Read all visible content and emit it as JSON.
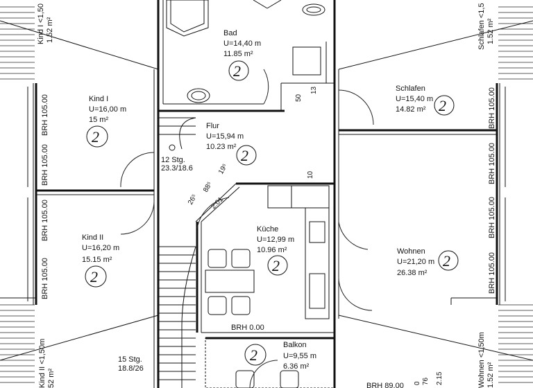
{
  "rooms": [
    {
      "key": "bad",
      "name": "Bad",
      "perimeter": "U=14,40 m",
      "area": "11.85 m²",
      "marker": "2"
    },
    {
      "key": "kind1",
      "name": "Kind I",
      "perimeter": "U=16,00 m",
      "area": "15 m²",
      "marker": "2"
    },
    {
      "key": "flur",
      "name": "Flur",
      "perimeter": "U=15,94 m",
      "area": "10.23 m²",
      "marker": "2"
    },
    {
      "key": "schlafen",
      "name": "Schlafen",
      "perimeter": "U=15,40 m",
      "area": "14.82 m²",
      "marker": "2"
    },
    {
      "key": "kind2",
      "name": "Kind II",
      "perimeter": "U=16,20 m",
      "area": "15.15 m²",
      "marker": "2"
    },
    {
      "key": "kueche",
      "name": "Küche",
      "perimeter": "U=12,99 m",
      "area": "10.96 m²",
      "marker": "2"
    },
    {
      "key": "wohnen",
      "name": "Wohnen",
      "perimeter": "U=21,20 m",
      "area": "26.38 m²",
      "marker": "2"
    },
    {
      "key": "balkon",
      "name": "Balkon",
      "perimeter": "U=9,55 m",
      "area": "6.36 m²",
      "marker": "2"
    }
  ],
  "stairs": {
    "upper": {
      "steps": "12 Stg.",
      "ratio": "23.3/18.6"
    },
    "lower": {
      "steps": "15 Stg.",
      "ratio": "18.8/26"
    }
  },
  "window_labels": {
    "left_1": "BRH 105.00",
    "left_2": "BRH 105.00",
    "left_3": "BRH 105.00",
    "left_4": "BRH 105.00",
    "right_1": "BRH 105.00",
    "right_2": "BRH 105.00",
    "right_3": "BRH 105.00",
    "right_4": "BRH 105.00",
    "kitchen_sill": "BRH 0.00",
    "balcony_sill": "BRH 89.00"
  },
  "edge_labels": {
    "kind1_top": "Kind I <1,50",
    "kind1_top_area": "1.52 m²",
    "schlafen_top": "Schlafen <1,5",
    "schlafen_top_area": "1.52 m²",
    "kind2_bottom": "Kind II <1,50m",
    "kind2_bottom_area": "52 m²",
    "wohnen_bottom": "Wohnen <1,50m",
    "wohnen_bottom_area": "1.52 m²"
  },
  "dimensions": {
    "d50": "50",
    "d13": "13",
    "d10": "10",
    "d26": "26⁵",
    "d88": "88⁵",
    "d19": "19⁵",
    "d201": "2.01",
    "d76": "76",
    "d215": "2.15",
    "d0": "0"
  }
}
